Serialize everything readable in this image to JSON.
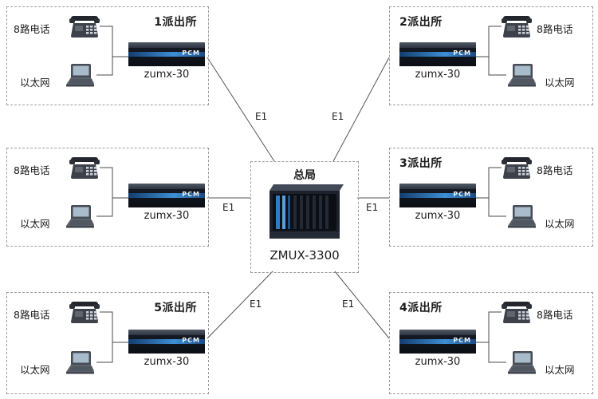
{
  "diagram": {
    "center": {
      "title": "总局",
      "device": "ZMUX-3300"
    },
    "link_label": "E1",
    "labels": {
      "phone": "8路电话",
      "ethernet": "以太网",
      "pcm": "PCM",
      "device": "zumx-30"
    },
    "branches": [
      {
        "title": "1派出所"
      },
      {
        "title": "2派出所"
      },
      {
        "title": ""
      },
      {
        "title": "3派出所"
      },
      {
        "title": "5派出所"
      },
      {
        "title": "4派出所"
      }
    ],
    "colors": {
      "device_stripe": "#3e8fd6",
      "line": "#555555",
      "border": "#9c9c9c"
    }
  }
}
